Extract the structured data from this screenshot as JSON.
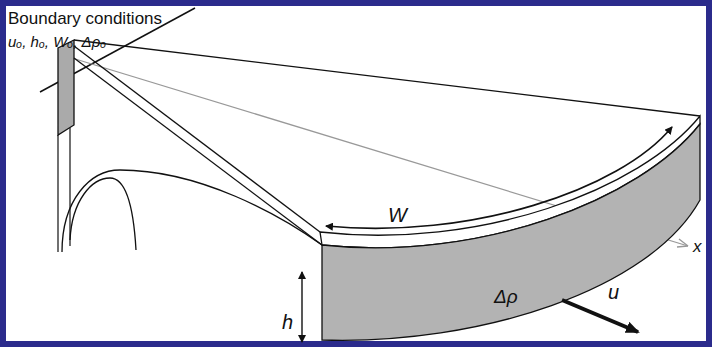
{
  "diagram": {
    "labels": [
      "Boundary conditions",
      "uₒ, hₒ, Wₒ, Δρₒ",
      "W",
      "Δρ",
      "u",
      "h",
      "x"
    ]
  }
}
